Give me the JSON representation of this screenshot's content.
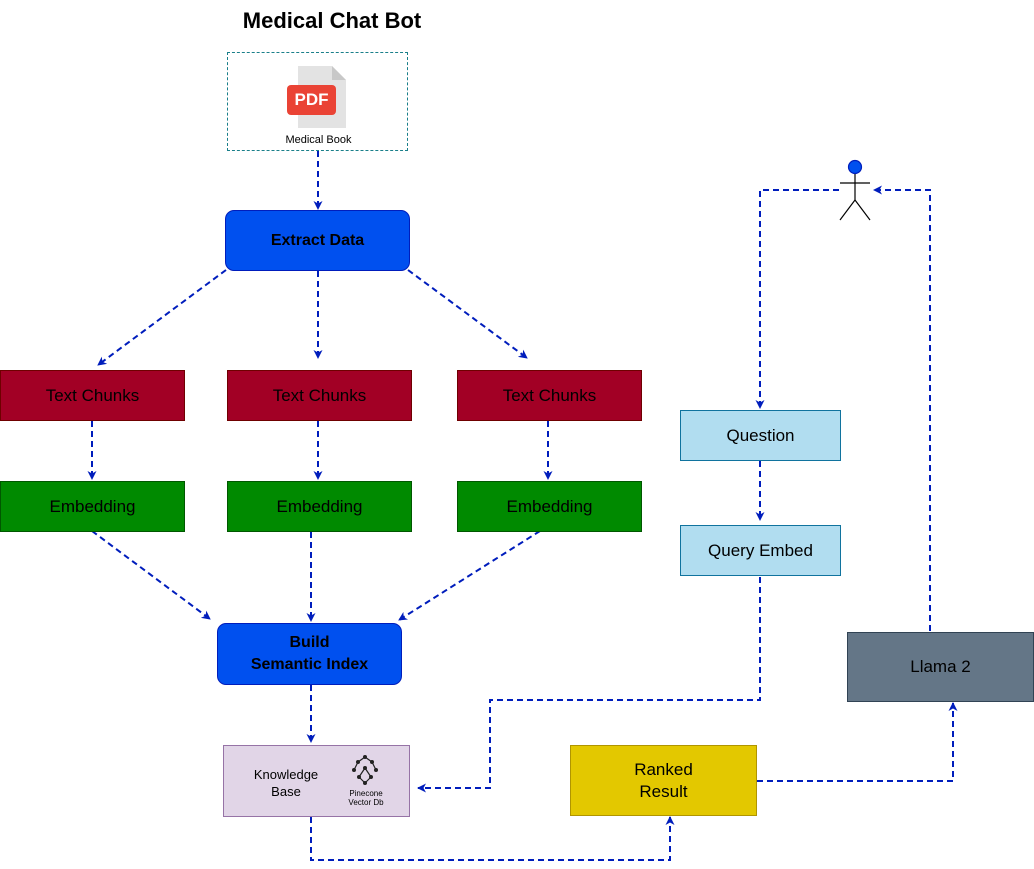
{
  "title": "Medical Chat Bot",
  "source": {
    "caption": "Medical Book",
    "badge": "PDF"
  },
  "extract": "Extract Data",
  "chunks": [
    "Text Chunks",
    "Text Chunks",
    "Text Chunks"
  ],
  "embeddings": [
    "Embedding",
    "Embedding",
    "Embedding"
  ],
  "index": {
    "line1": "Build",
    "line2": "Semantic Index"
  },
  "knowledge_base": {
    "line1": "Knowledge",
    "line2": "Base",
    "vendor1": "Pinecone",
    "vendor2": "Vector Db",
    "icon": "pinecone-logo-icon"
  },
  "question": "Question",
  "query_embed": "Query Embed",
  "llm": "Llama 2",
  "ranked": {
    "line1": "Ranked",
    "line2": "Result"
  },
  "user_icon": "person-actor-icon",
  "colors": {
    "blue": "#0050ef",
    "red": "#a20025",
    "green": "#008a00",
    "light_blue": "#b1ddf0",
    "slate": "#647687",
    "yellow": "#e3c800",
    "lavender": "#e1d5e7",
    "arrow": "#001dbc"
  }
}
